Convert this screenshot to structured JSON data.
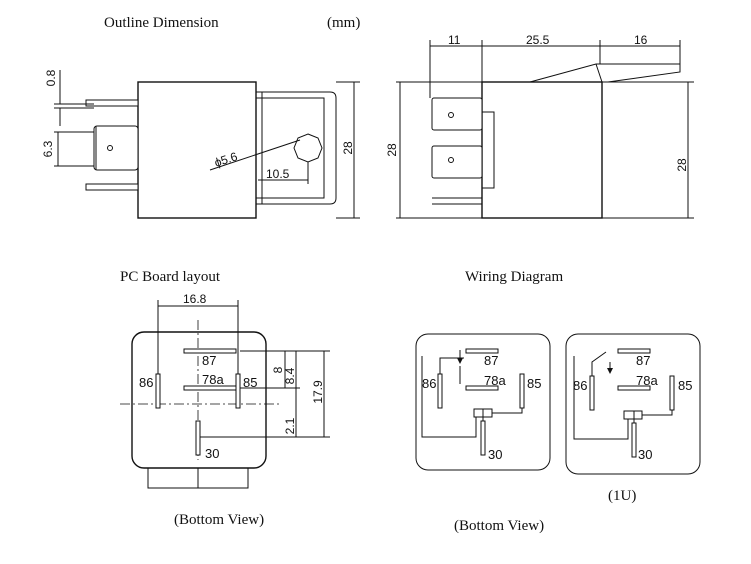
{
  "captions": {
    "outline": "Outline Dimension",
    "outline_unit": "(mm)",
    "pcb": "PC Board layout",
    "wiring": "Wiring Diagram",
    "bottom_view_1": "(Bottom View)",
    "bottom_view_2": "(Bottom View)",
    "variant": "(1U)"
  },
  "outline": {
    "dims": {
      "blade_thickness": "0.8",
      "blade_width": "6.3",
      "height_left": "28",
      "hole_dia": "ϕ5.6",
      "hole_offset": "10.5",
      "top_a": "11",
      "top_b": "25.5",
      "top_c": "16",
      "side_height_left": "28",
      "side_height_right": "28"
    }
  },
  "pcb": {
    "dims": {
      "width": "16.8",
      "v1": "8",
      "v2": "8.4",
      "v3": "17.9",
      "v4": "2.1"
    },
    "pins": {
      "p87": "87",
      "p78a": "78a",
      "p86": "86",
      "p85": "85",
      "p30": "30"
    }
  },
  "wiring": {
    "left": {
      "p87": "87",
      "p78a": "78a",
      "p86": "86",
      "p85": "85",
      "p30": "30"
    },
    "right": {
      "p87": "87",
      "p78a": "78a",
      "p86": "86",
      "p85": "85",
      "p30": "30"
    }
  }
}
